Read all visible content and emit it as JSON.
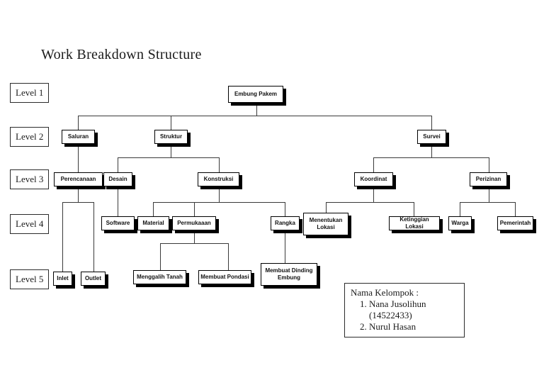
{
  "title": "Work Breakdown Structure",
  "levels": [
    {
      "label": "Level 1"
    },
    {
      "label": "Level 2"
    },
    {
      "label": "Level 3"
    },
    {
      "label": "Level 4"
    },
    {
      "label": "Level 5"
    }
  ],
  "nodes": {
    "root": "Embung Pakem",
    "saluran": "Saluran",
    "struktur": "Struktur",
    "survei": "Survei",
    "perencanaan": "Perencanaan",
    "desain": "Desain",
    "konstruksi": "Konstruksi",
    "koordinat": "Koordinat",
    "perizinan": "Perizinan",
    "software": "Software",
    "material": "Material",
    "permukaaan": "Permukaaan",
    "rangka": "Rangka",
    "menentukan_lokasi_line1": "Menentukan",
    "menentukan_lokasi_line2": "Lokasi",
    "ketinggian_lokasi": "Ketinggian Lokasi",
    "warga": "Warga",
    "pemerintah": "Pemerintah",
    "inlet": "Inlet",
    "outlet": "Outlet",
    "menggalih_tanah": "Menggalih Tanah",
    "membuat_pondasi": "Membuat Pondasi",
    "membuat_dinding_line1": "Membuat Dinding",
    "membuat_dinding_line2": "Embung"
  },
  "legend": {
    "title": "Nama Kelompok :",
    "member1": "Nana Jusolihun",
    "member1_id": "(14522433)",
    "member2": "Nurul Hasan"
  },
  "colors": {
    "ink": "#111111",
    "line": "#3a3a3a",
    "shadow": "#000000",
    "background": "#ffffff"
  }
}
